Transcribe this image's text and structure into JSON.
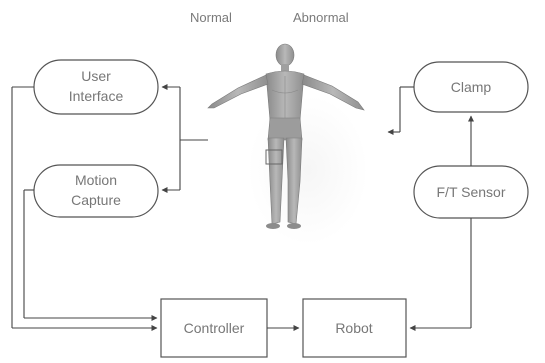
{
  "header": {
    "normal_label": "Normal",
    "abnormal_label": "Abnormal"
  },
  "nodes": {
    "user_interface": {
      "line1": "User",
      "line2": "Interface"
    },
    "motion_capture": {
      "line1": "Motion",
      "line2": "Capture"
    },
    "clamp": {
      "label": "Clamp"
    },
    "ft_sensor": {
      "label": "F/T Sensor"
    },
    "controller": {
      "label": "Controller"
    },
    "robot": {
      "label": "Robot"
    }
  },
  "colors": {
    "stroke": "#555555",
    "box_fill": "#ffffff",
    "text": "#777777",
    "figure": "#9a9a9a"
  }
}
